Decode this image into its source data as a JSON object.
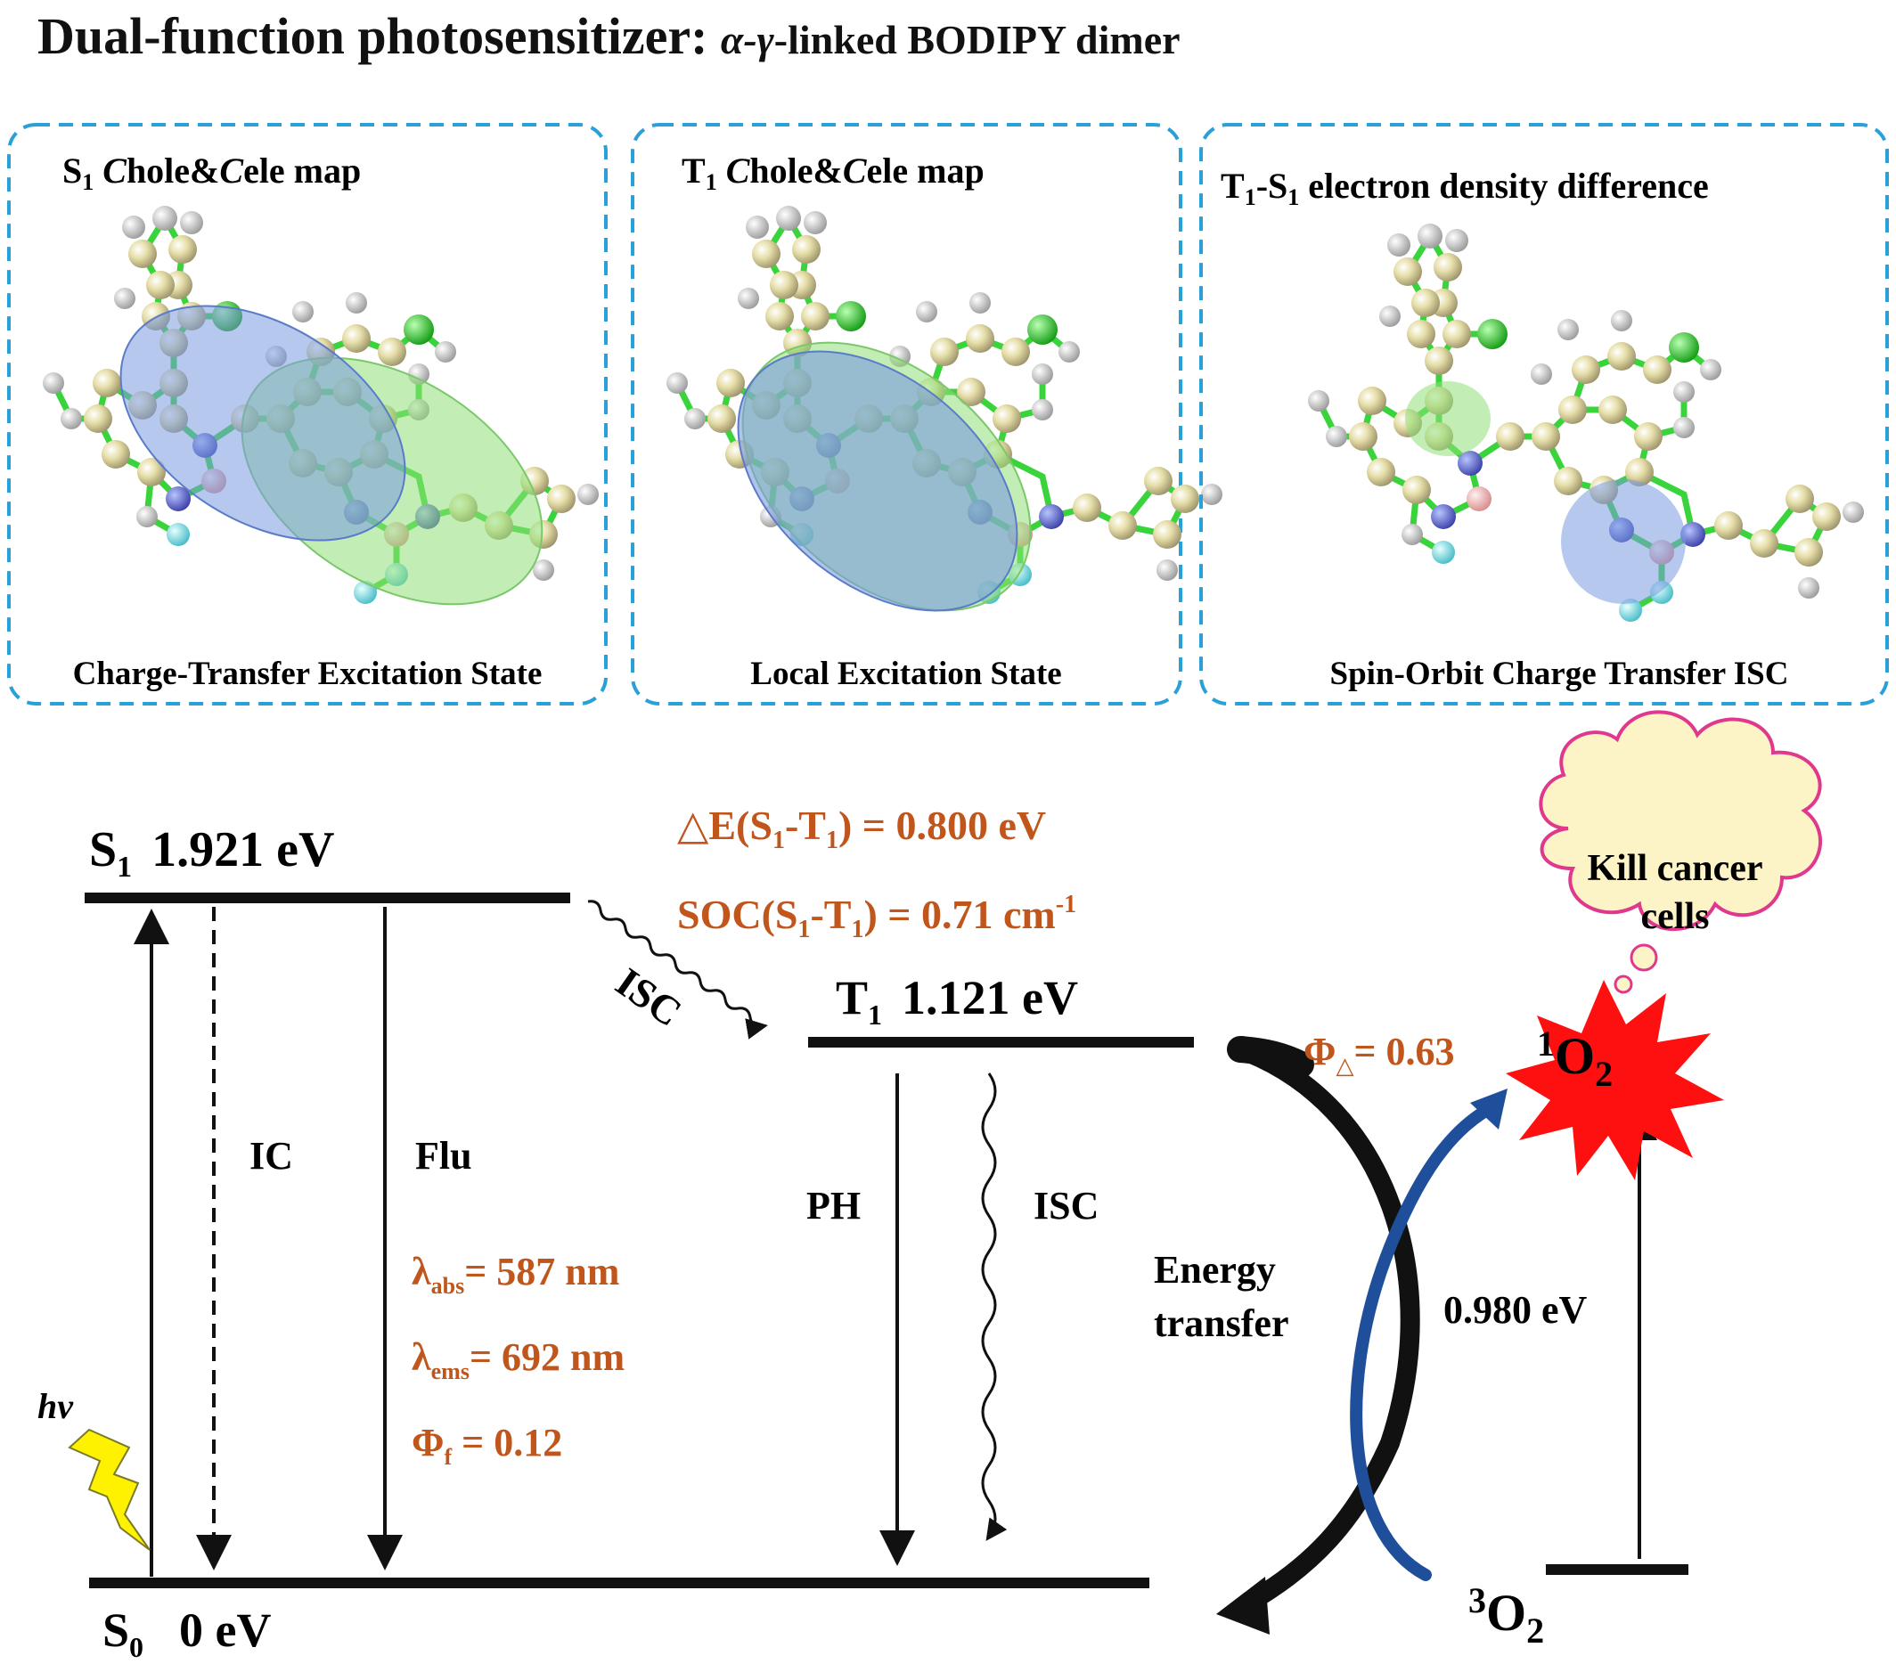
{
  "title": {
    "main": "Dual-function photosensitizer: ",
    "italic": "α-γ",
    "rest": "-linked BODIPY dimer"
  },
  "panels": [
    {
      "heading_pre": "S",
      "heading_sub": "1",
      "heading_c1": "C",
      "heading_mid": "hole&",
      "heading_c2": "C",
      "heading_post": "ele map",
      "caption": "Charge-Transfer Excitation State"
    },
    {
      "heading_pre": "T",
      "heading_sub": "1",
      "heading_c1": "C",
      "heading_mid": "hole&",
      "heading_c2": "C",
      "heading_post": "ele map",
      "caption": "Local Excitation State"
    },
    {
      "heading_pre": "T",
      "heading_sub": "1",
      "heading_c1": "-S",
      "heading_mid": "1",
      "heading_c2": "",
      "heading_post": " electron density difference",
      "caption": "Spin-Orbit Charge Transfer ISC"
    }
  ],
  "levels": {
    "s1": {
      "sym": "S",
      "sub": "1",
      "energy": "1.921 eV"
    },
    "t1": {
      "sym": "T",
      "sub": "1",
      "energy": "1.121 eV"
    },
    "s0": {
      "sym": "S",
      "sub": "0",
      "energy": "0 eV"
    },
    "singlet_o2": {
      "sup": "1",
      "sym": "O",
      "sub": "2"
    },
    "triplet_o2": {
      "sup": "3",
      "sym": "O",
      "sub": "2"
    }
  },
  "transitions": {
    "ic": "IC",
    "flu": "Flu",
    "isc_top": "ISC",
    "ph": "PH",
    "isc": "ISC",
    "energy_transfer_1": "Energy",
    "energy_transfer_2": "transfer",
    "o2_gap": "0.980 eV",
    "hv": "hν"
  },
  "params": {
    "delta_e": {
      "pre": "△E(S",
      "s": "1",
      "mid": "-T",
      "t": "1",
      "post": ") = 0.800 eV"
    },
    "soc": {
      "pre": "SOC(S",
      "s": "1",
      "mid": "-T",
      "t": "1",
      "post": ") = 0.71 cm",
      "sup": "-1"
    },
    "lambda_abs": {
      "sym": "λ",
      "sub": "abs",
      "val": "= 587 nm"
    },
    "lambda_ems": {
      "sym": "λ",
      "sub": "ems",
      "val": "= 692 nm"
    },
    "phi_f": {
      "sym": "Φ",
      "sub": "f",
      "val": " = 0.12"
    },
    "phi_delta": {
      "sym": "Φ",
      "sub": "△",
      "val": "= 0.63"
    }
  },
  "cloud_text": {
    "line1": "Kill cancer",
    "line2": "cells"
  },
  "colors": {
    "accent_orange": "#C0561B",
    "panel_border": "#2AA0D8",
    "hole_blue": "#7A9BE0",
    "ele_green": "#8FE07A",
    "atom_c": "#E6DEA8",
    "bond": "#39D43B",
    "cloud_fill": "#FCF3C7",
    "cloud_stroke": "#E0388C",
    "star_red": "#FF1010",
    "transfer_blue": "#1F4F9A"
  }
}
